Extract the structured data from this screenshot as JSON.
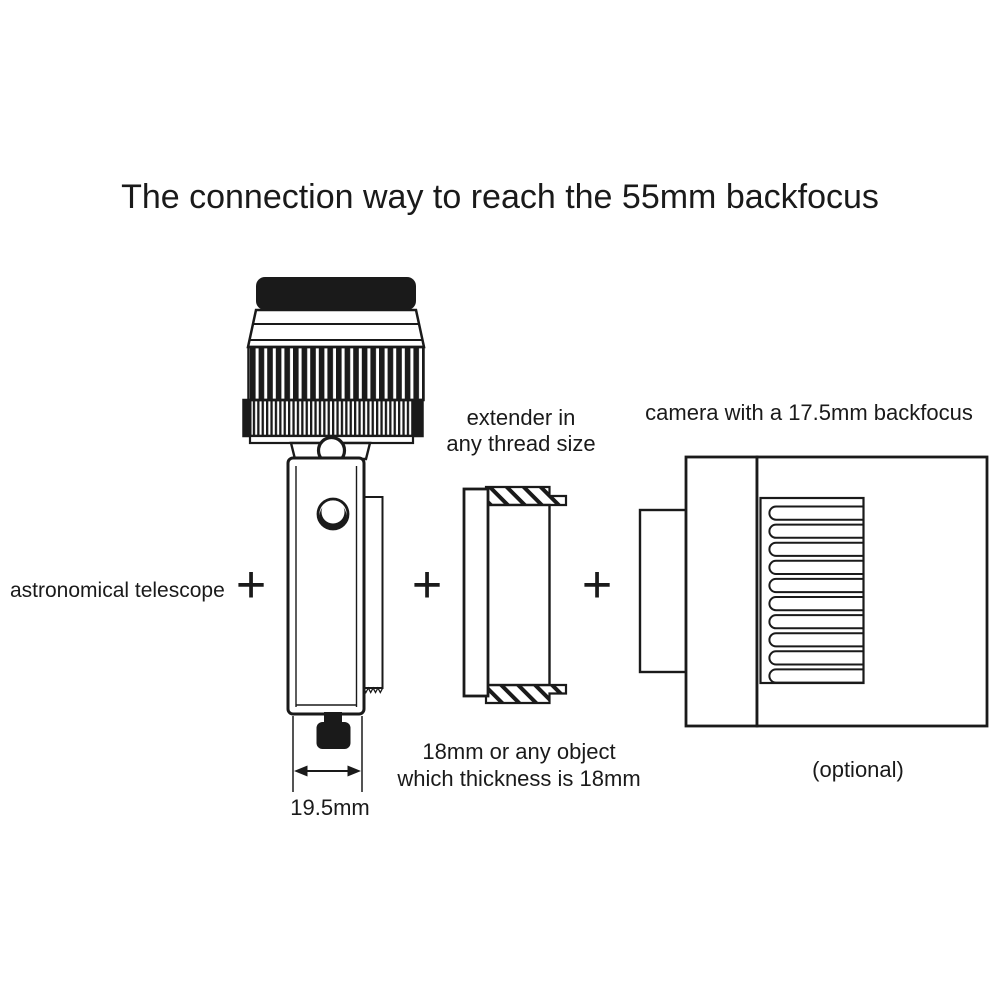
{
  "title": "The connection way to reach the 55mm backfocus",
  "plus": "+",
  "telescope": {
    "label": "astronomical telescope",
    "dimension": "19.5mm"
  },
  "extender": {
    "label_line1": "extender in",
    "label_line2": "any thread size"
  },
  "object_note": {
    "line1": "18mm or any object",
    "line2": "which thickness is 18mm"
  },
  "camera": {
    "label": "camera with a 17.5mm backfocus",
    "note": "(optional)"
  },
  "colors": {
    "ink": "#1a1a1a",
    "background": "#ffffff"
  }
}
